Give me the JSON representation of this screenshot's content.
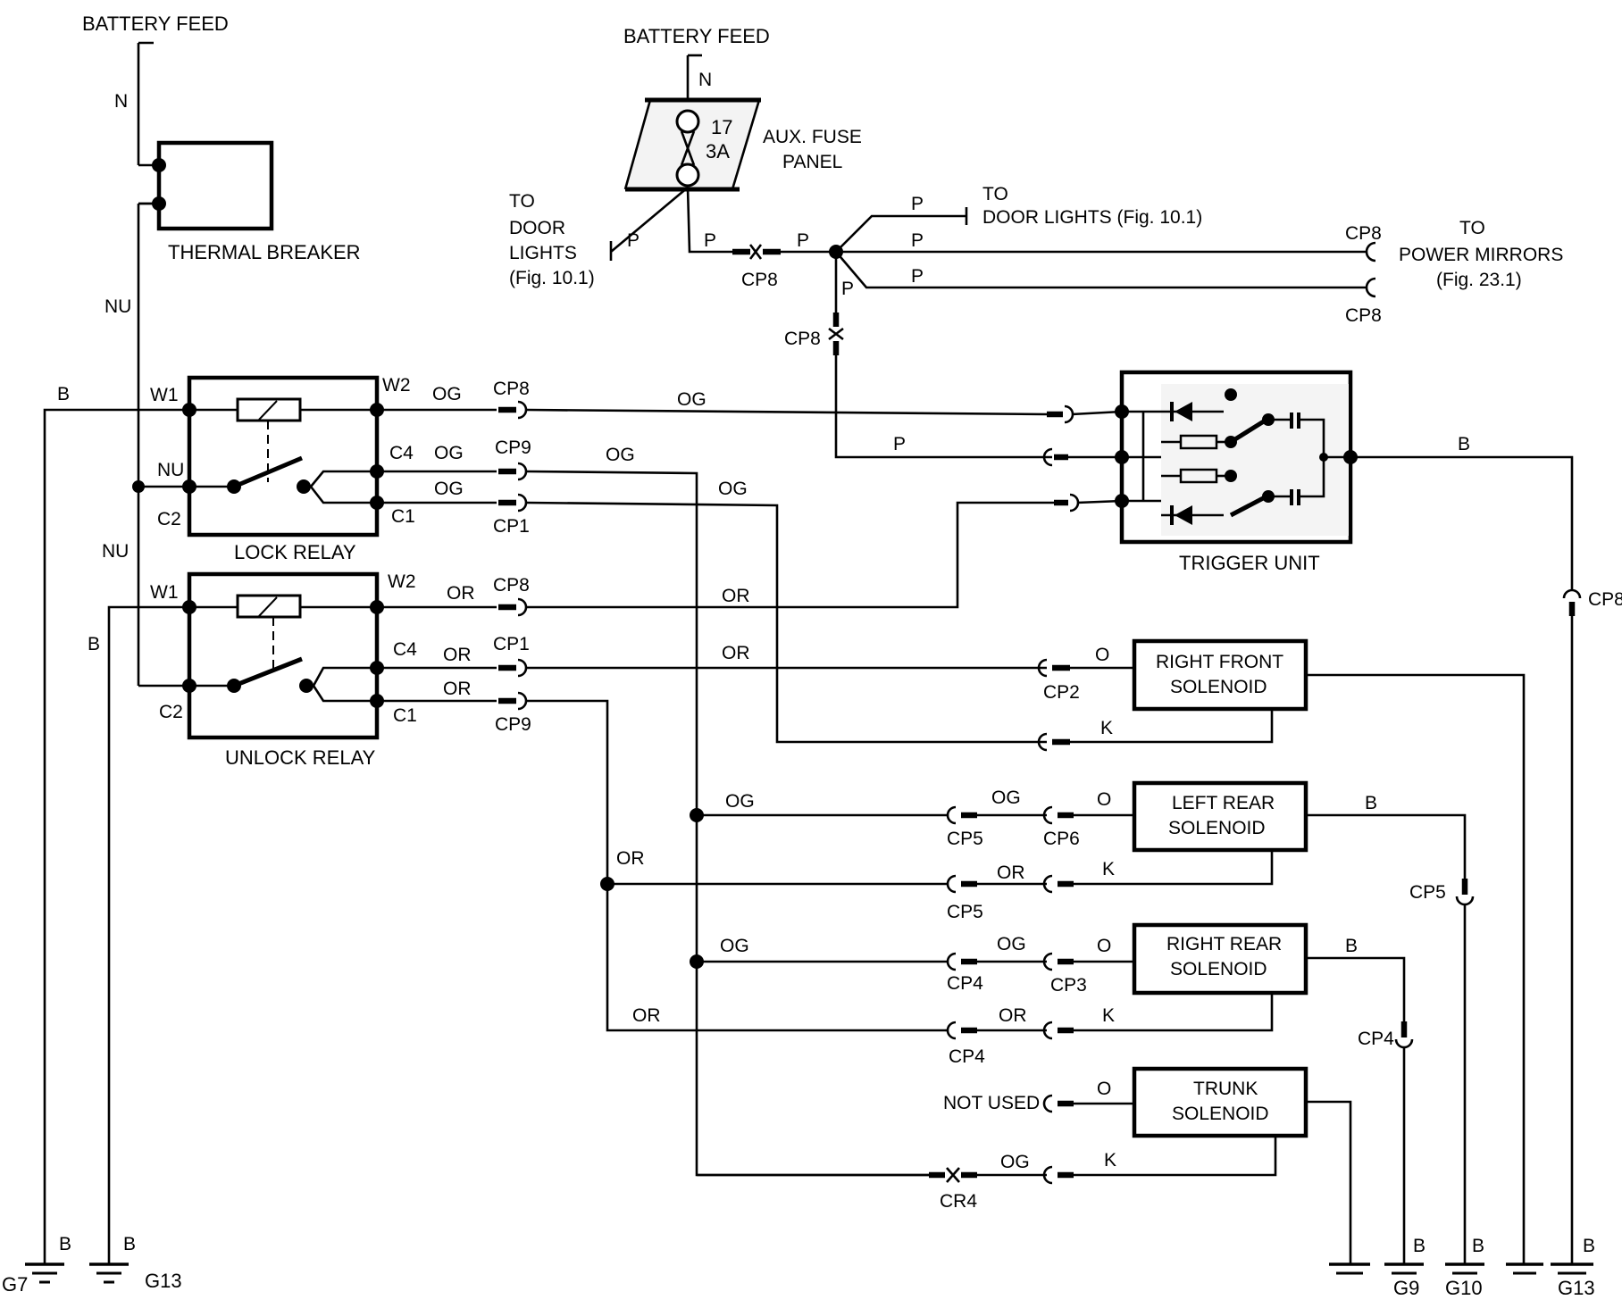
{
  "labels": {
    "battery_feed_left": "BATTERY FEED",
    "battery_feed_center": "BATTERY FEED",
    "thermal_breaker": "THERMAL BREAKER",
    "aux_fuse_panel_1": "AUX. FUSE",
    "aux_fuse_panel_2": "PANEL",
    "fuse_number": "17",
    "fuse_rating": "3A",
    "to_door_lights_left_1": "TO",
    "to_door_lights_left_2": "DOOR",
    "to_door_lights_left_3": "LIGHTS",
    "to_door_lights_left_4": "(Fig. 10.1)",
    "to_door_lights_right_1": "TO",
    "to_door_lights_right_2": "DOOR LIGHTS (Fig. 10.1)",
    "to_power_mirrors_1": "TO",
    "to_power_mirrors_2": "POWER MIRRORS",
    "to_power_mirrors_3": "(Fig. 23.1)",
    "lock_relay": "LOCK RELAY",
    "unlock_relay": "UNLOCK RELAY",
    "trigger_unit": "TRIGGER UNIT",
    "right_front_solenoid_1": "RIGHT FRONT",
    "right_front_solenoid_2": "SOLENOID",
    "left_rear_solenoid_1": "LEFT REAR",
    "left_rear_solenoid_2": "SOLENOID",
    "right_rear_solenoid_1": "RIGHT REAR",
    "right_rear_solenoid_2": "SOLENOID",
    "trunk_solenoid_1": "TRUNK",
    "trunk_solenoid_2": "SOLENOID",
    "not_used": "NOT USED"
  },
  "wire_colors": {
    "N": "N",
    "NU": "NU",
    "B": "B",
    "P": "P",
    "OG": "OG",
    "OR": "OR",
    "O": "O",
    "K": "K"
  },
  "terminals": {
    "W1": "W1",
    "W2": "W2",
    "C1": "C1",
    "C2": "C2",
    "C4": "C4"
  },
  "connectors": {
    "CP1": "CP1",
    "CP2": "CP2",
    "CP3": "CP3",
    "CP4": "CP4",
    "CP5": "CP5",
    "CP6": "CP6",
    "CP8": "CP8",
    "CP9": "CP9",
    "CR4": "CR4"
  },
  "grounds": {
    "G7": "G7",
    "G9": "G9",
    "G10": "G10",
    "G13": "G13"
  }
}
